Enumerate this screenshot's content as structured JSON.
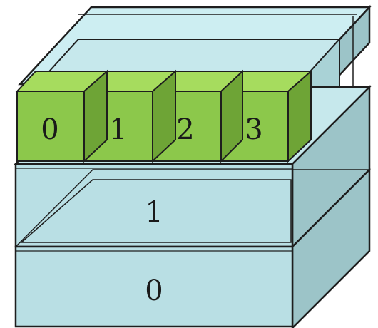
{
  "layers": [
    {
      "label": "0"
    },
    {
      "label": "1"
    }
  ],
  "cubes": [
    {
      "label": "0"
    },
    {
      "label": "1"
    },
    {
      "label": "2"
    },
    {
      "label": "3"
    }
  ],
  "colors": {
    "layer_front": "#b9dfe4",
    "layer_top": "#c6e8ec",
    "layer_side": "#9cc4c8",
    "back_panel": "#cdeef2",
    "cube_front": "#8cc84b",
    "cube_top": "#a6dc5e",
    "cube_side": "#6ea436",
    "outline": "#1e1e1e"
  }
}
